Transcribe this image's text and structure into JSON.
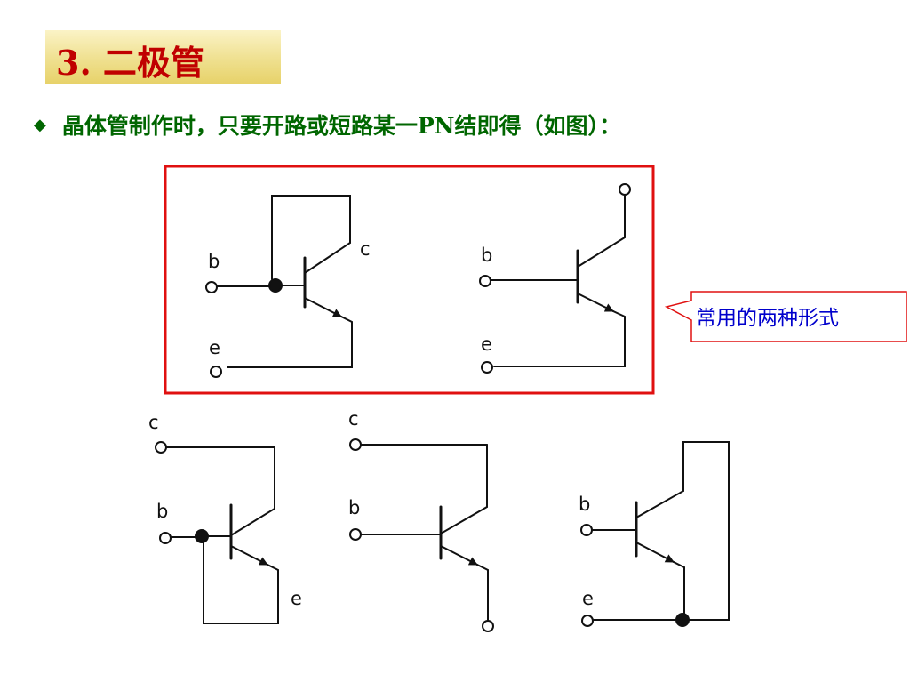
{
  "title": "3.  二极管",
  "bullet": {
    "glyph": "◆",
    "text": "晶体管制作时，只要开路或短路某一PN结即得（如图）："
  },
  "callout": {
    "text": "常用的两种形式"
  },
  "terminal_labels": {
    "b": "b",
    "c": "c",
    "e": "e"
  },
  "colors": {
    "title_text": "#c00000",
    "bullet_text": "#006600",
    "frame": "#e01010",
    "callout_text": "#0000cc",
    "callout_border": "#e01010"
  }
}
